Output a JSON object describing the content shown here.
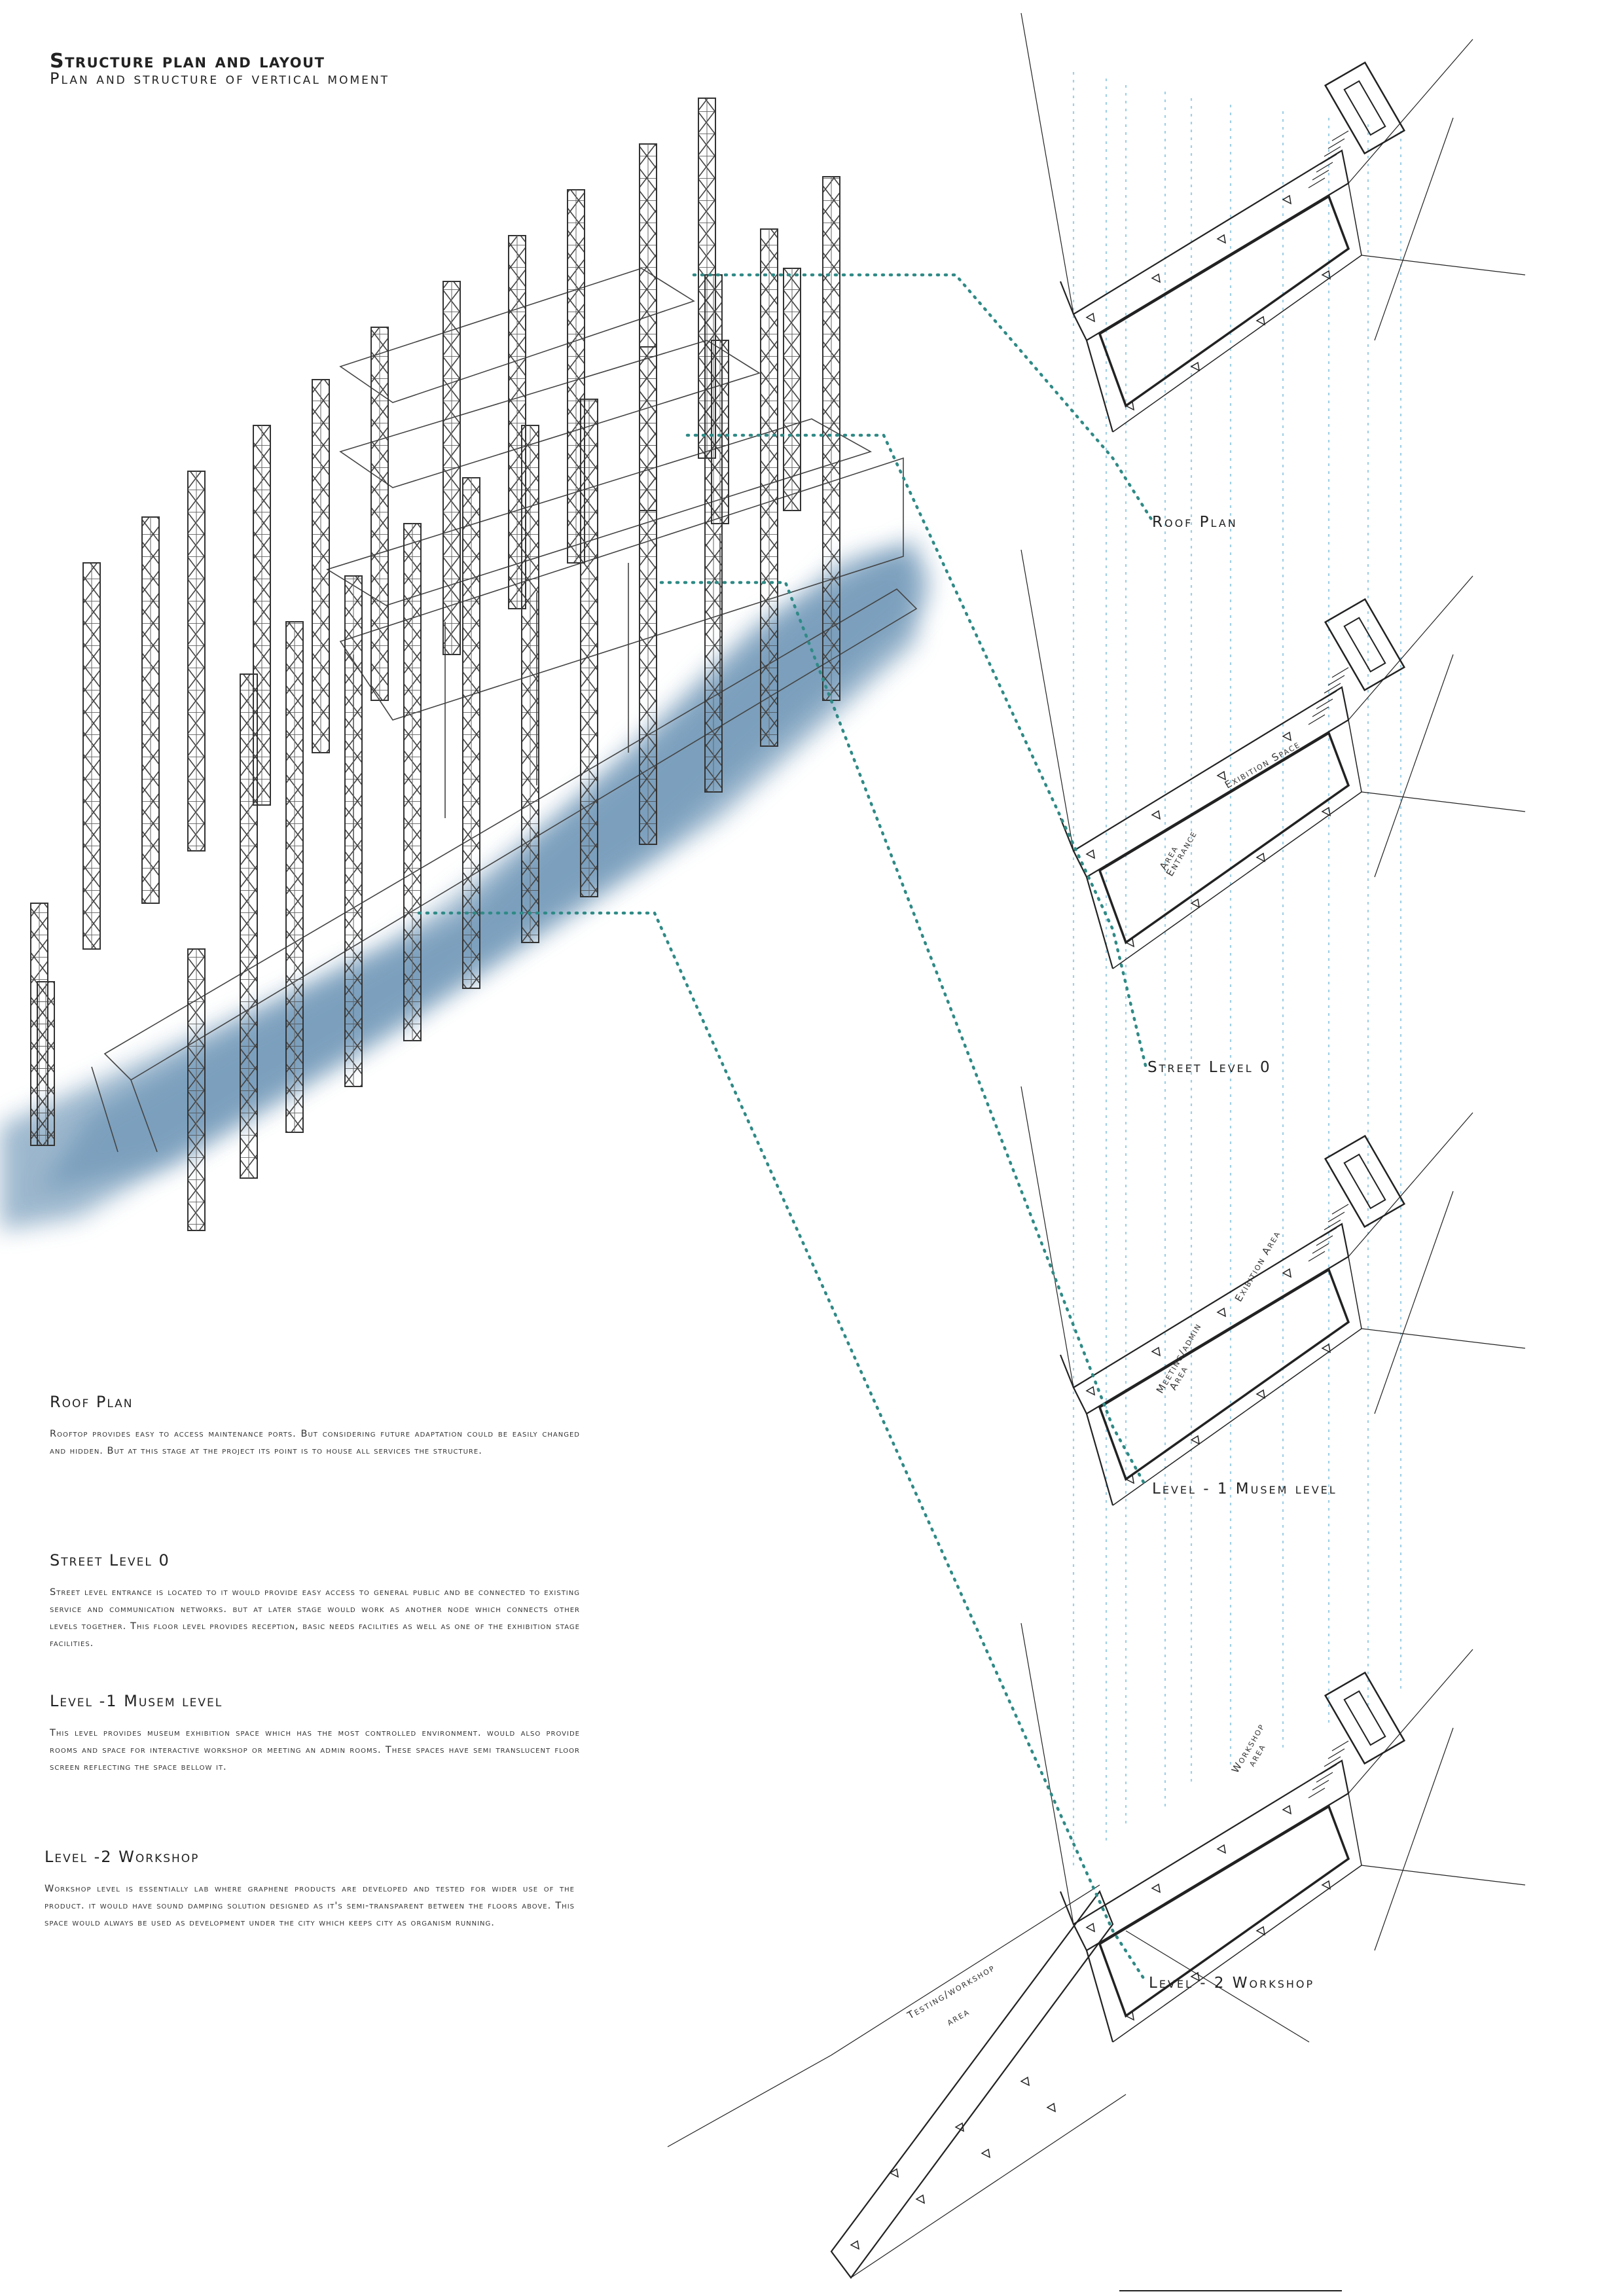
{
  "header": {
    "title": "Structure plan and layout",
    "subtitle": "Plan and structure of vertical moment"
  },
  "plan_labels": {
    "roof": "Roof Plan",
    "street": "Street Level 0",
    "level_1": "Level - 1 Musem level",
    "level_2": "Level - 2 Workshop"
  },
  "area_labels": {
    "exibition_space": "Exibition Space",
    "entrance_area_1": "Entrance",
    "entrance_area_2": "Area",
    "exibition_area": "Exibition Area",
    "meeting_admin_1": "Meeting/admin",
    "meeting_admin_2": "Area",
    "workshop_area_1": "Workshop",
    "workshop_area_2": "area",
    "testing_workshop_1": "Testing/workshop",
    "testing_workshop_2": "area"
  },
  "sections": [
    {
      "heading": "Roof Plan",
      "body": "Rooftop provides easy to access maintenance ports. But considering future adaptation could be easily changed and hidden. But at this stage at the project its point is to house all services the structure."
    },
    {
      "heading": "Street Level 0",
      "body": "Street level entrance is located to it would provide easy access to general public and be connected to existing service and communication networks. but at later stage would work as another node which connects other levels together. This floor level provides reception, basic needs facilities as well as one of the exhibition stage facilities."
    },
    {
      "heading": "Level -1 Musem level",
      "body": "This level provides museum exhibition space which has the most controlled environment. would also provide rooms and space for interactive workshop or meeting an admin rooms. These spaces have semi translucent floor screen reflecting the space bellow it."
    },
    {
      "heading": "Level -2 Workshop",
      "body": "Workshop level is essentially lab where graphene products are developed and tested for wider use of the product. it would have sound damping solution designed as it's semi-transparent between the floors above. This space would always be used as development under the city which keeps city as organism running."
    }
  ],
  "colors": {
    "leader_line": "#2f8a86",
    "grid_line": "#9fd0e6",
    "water": "#4e7ea6",
    "ink": "#222222"
  }
}
